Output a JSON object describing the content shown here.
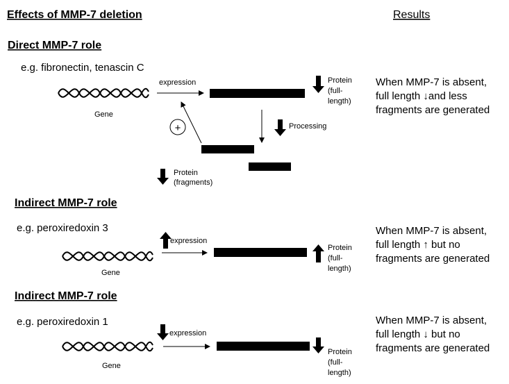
{
  "title": "Effects of MMP-7 deletion",
  "results_header": "Results",
  "sections": [
    {
      "heading": "Direct MMP-7 role",
      "example": "e.g. fibronectin, tenascin C",
      "gene_label": "Gene",
      "expression_label": "expression",
      "protein_label": [
        "Protein",
        "(full-",
        "length)"
      ],
      "processing_label": "Processing",
      "plus_symbol": "+",
      "fragments_label": [
        "Protein",
        "(fragments)"
      ],
      "result": [
        "When MMP-7 is absent,",
        "full length ↓and less",
        "fragments are generated"
      ]
    },
    {
      "heading": "Indirect MMP-7 role",
      "example": "e.g. peroxiredoxin 3",
      "gene_label": "Gene",
      "expression_label": "expression",
      "protein_label": [
        "Protein",
        "(full-",
        "length)"
      ],
      "result": [
        "When MMP-7 is absent,",
        "full length ↑ but no",
        "fragments are generated"
      ]
    },
    {
      "heading": "Indirect MMP-7 role",
      "example": "e.g. peroxiredoxin 1",
      "gene_label": "Gene",
      "expression_label": "expression",
      "protein_label": [
        "Protein",
        "(full-",
        "length)"
      ],
      "result": [
        "When MMP-7 is absent,",
        "full length ↓ but no",
        "fragments are generated"
      ]
    }
  ]
}
